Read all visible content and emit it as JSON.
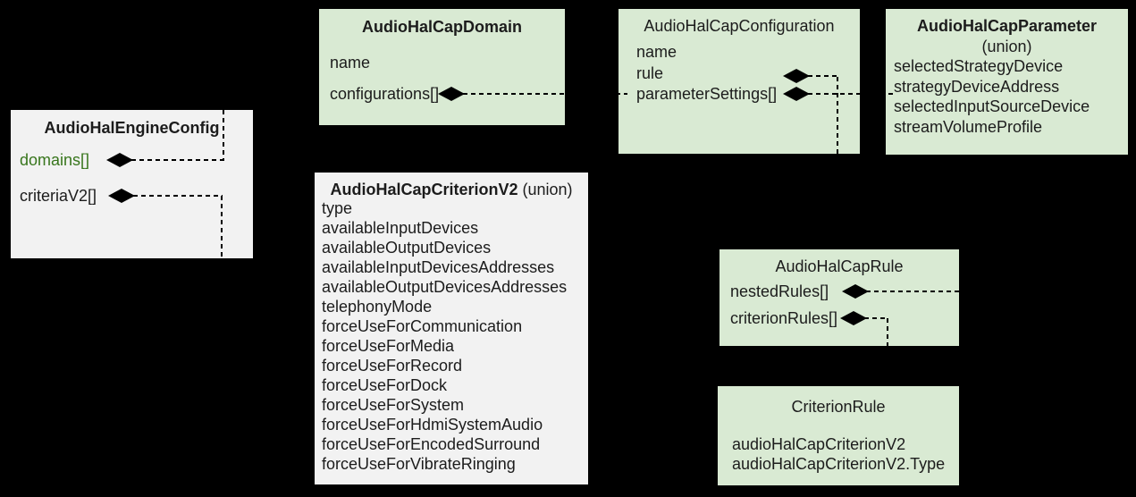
{
  "diagram": {
    "background": "#000000",
    "palette": {
      "green_box": "#d9ead3",
      "gray_box": "#f2f2f2",
      "accent_text_green": "#38761d",
      "text": "#1c1c1c",
      "connector_line": "#000000"
    },
    "icons": {
      "aggregation_diamond": "filled black diamond (UML aggregation)"
    },
    "boxes": [
      {
        "id": "engine-config",
        "title": "AudioHalEngineConfig",
        "fields": [
          {
            "label": "domains[]",
            "color": "green"
          },
          {
            "label": "criteriaV2[]",
            "color": "black"
          }
        ]
      },
      {
        "id": "cap-domain",
        "title": "AudioHalCapDomain",
        "fields": [
          {
            "label": "name"
          },
          {
            "label": "configurations[]"
          }
        ]
      },
      {
        "id": "cap-configuration",
        "title": "AudioHalCapConfiguration",
        "fields": [
          {
            "label": "name"
          },
          {
            "label": "rule"
          },
          {
            "label": "parameterSettings[]"
          }
        ]
      },
      {
        "id": "cap-parameter",
        "title": "AudioHalCapParameter",
        "subtitle": "(union)",
        "fields": [
          {
            "label": "selectedStrategyDevice"
          },
          {
            "label": "strategyDeviceAddress"
          },
          {
            "label": "selectedInputSourceDevice"
          },
          {
            "label": "streamVolumeProfile"
          }
        ]
      },
      {
        "id": "cap-criterion-v2",
        "title": "AudioHalCapCriterionV2",
        "title_suffix": " (union)",
        "fields": [
          {
            "label": "type"
          },
          {
            "label": "availableInputDevices"
          },
          {
            "label": "availableOutputDevices"
          },
          {
            "label": "availableInputDevicesAddresses"
          },
          {
            "label": "availableOutputDevicesAddresses"
          },
          {
            "label": "telephonyMode"
          },
          {
            "label": "forceUseForCommunication"
          },
          {
            "label": "forceUseForMedia"
          },
          {
            "label": "forceUseForRecord"
          },
          {
            "label": "forceUseForDock"
          },
          {
            "label": "forceUseForSystem"
          },
          {
            "label": "forceUseForHdmiSystemAudio"
          },
          {
            "label": "forceUseForEncodedSurround"
          },
          {
            "label": "forceUseForVibrateRinging"
          }
        ]
      },
      {
        "id": "cap-rule",
        "title": "AudioHalCapRule",
        "fields": [
          {
            "label": "nestedRules[]"
          },
          {
            "label": "criterionRules[]"
          }
        ]
      },
      {
        "id": "criterion-rule",
        "title": "CriterionRule",
        "fields": [
          {
            "label": "audioHalCapCriterionV2"
          },
          {
            "label": "audioHalCapCriterionV2.Type"
          }
        ]
      }
    ]
  }
}
